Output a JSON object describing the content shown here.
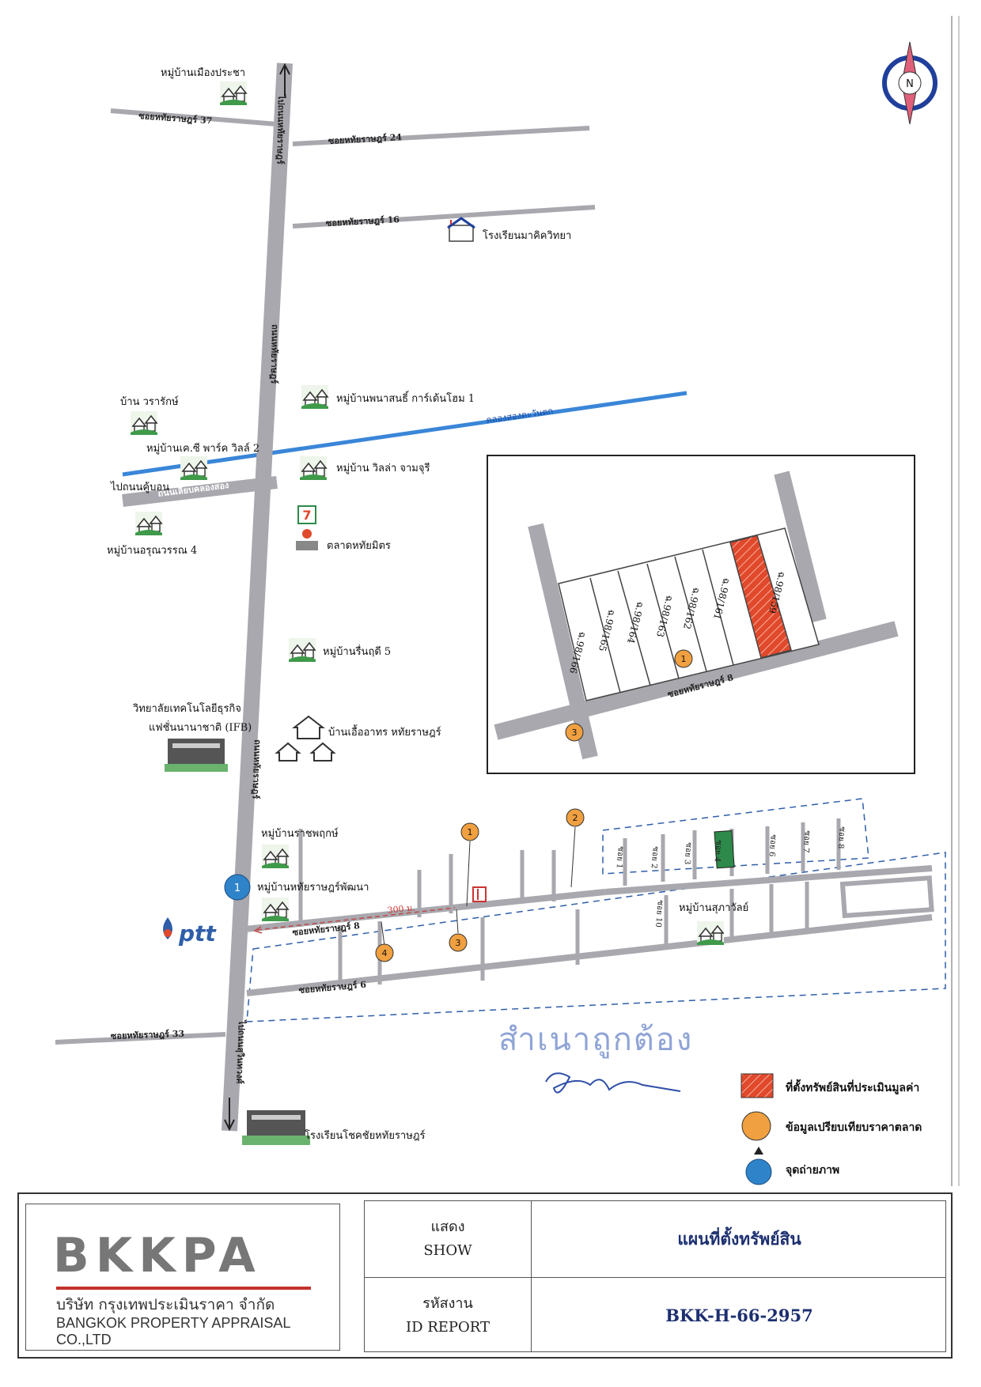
{
  "compass": {
    "label": "N"
  },
  "roads": {
    "main_north": "ไปถนนหทัยราษฎร์",
    "main_upper": "ถนนหทัยราษฎร์",
    "main_lower": "ถนนหทัยราษฎร์",
    "main_south": "ไปถนนสุวินทวงศ์",
    "soi37": "ซอยหทัยราษฎร์ 37",
    "soi24": "ซอยหทัยราษฎร์ 24",
    "soi16": "ซอยหทัยราษฎร์ 16",
    "soi8": "ซอยหทัยราษฎร์ 8",
    "soi6": "ซอยหทัยราษฎร์ 6",
    "soi33": "ซอยหทัยราษฎร์ 33",
    "liab_khlong": "ถนนเลียบคลองสอง",
    "to_khubon": "ไปถนนคู้บอน",
    "canal": "คลองสองตะวันตก",
    "distance": "300 ม."
  },
  "places": {
    "mueang_pracha": "หมู่บ้านเมืองประชา",
    "makhi_school": "โรงเรียนมาคิควิทยา",
    "phanason": "หมู่บ้านพนาสนธิ์ การ์เด้นโฮม 1",
    "ban_wararak": "บ้าน วรารักษ์",
    "kc_park": "หมู่บ้านเค.ซี พาร์ค วิลล์ 2",
    "villa_chamchuri": "หมู่บ้าน วิลล่า จามจุรี",
    "arunwan": "หมู่บ้านอรุณวรรณ 4",
    "talat": "ตลาดหทัยมิตร",
    "rinrudee": "หมู่บ้านรื่นฤดี 5",
    "ifb_1": "วิทยาลัยเทคโนโลยีธุรกิจ",
    "ifb_2": "แฟชั่นนานาชาติ (IFB)",
    "uea_athon": "บ้านเอื้ออาทร หทัยราษฎร์",
    "ratchaphruek": "หมู่บ้านราชพฤกษ์",
    "hathairat_phatthana": "หมู่บ้านหทัยราษฎร์พัฒนา",
    "suphawan": "หมู่บ้านสุภาวัลย์",
    "chokchai_school": "โรงเรียนโชคชัยหทัยราษฎร์",
    "ptt": "ptt",
    "seven": "7"
  },
  "sois": [
    "ซอย 1",
    "ซอย 2",
    "ซอย 3",
    "ซอย 4",
    "ซอย 6",
    "ซอย 7",
    "ซอย 8",
    "ซอย 10"
  ],
  "inset": {
    "plots": [
      "ฉ.98/166",
      "ฉ.98/165",
      "ฉ.98/164",
      "ฉ.98/163",
      "ฉ.98/162",
      "ฉ.98/161",
      "ฉ.98/159"
    ],
    "road": "ซอยหทัยราษฎร์ 8"
  },
  "markers": {
    "comparable": [
      "1",
      "2",
      "3",
      "4"
    ],
    "photo": "1"
  },
  "stamp": {
    "text": "สำเนาถูกต้อง"
  },
  "legend": {
    "subject": "ที่ตั้งทรัพย์สินที่ประเมินมูลค่า",
    "comparable": "ข้อมูลเปรียบเทียบราคาตลาด",
    "photo": "จุดถ่ายภาพ"
  },
  "colors": {
    "subject": "#e0492b",
    "comparable": "#f0a040",
    "photo": "#2f84c9",
    "road": "#a8a8ae",
    "canal": "#3a86d8",
    "accent": "#1c2f70"
  },
  "titleblock": {
    "logo": "BKKPA",
    "company_th": "บริษัท กรุงเทพประเมินราคา จำกัด",
    "company_en": "BANGKOK PROPERTY APPRAISAL CO.,LTD",
    "show_th": "แสดง",
    "show_en": "SHOW",
    "title": "แผนที่ตั้งทรัพย์สิน",
    "id_th": "รหัสงาน",
    "id_en": "ID REPORT",
    "report_id": "BKK-H-66-2957"
  }
}
